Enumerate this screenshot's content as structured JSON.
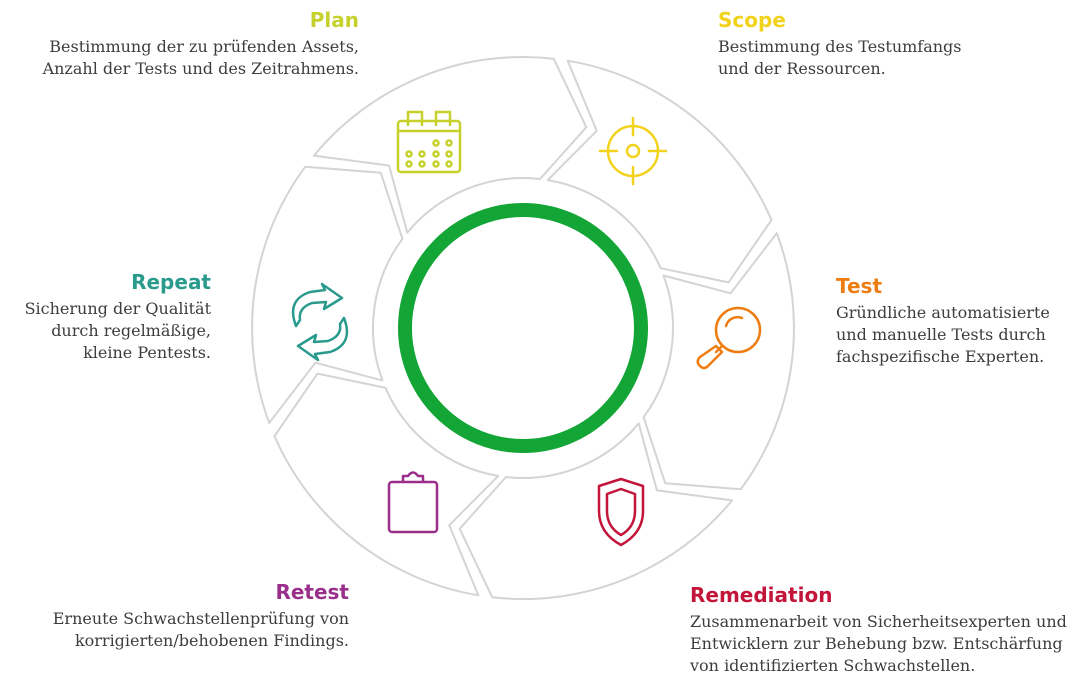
{
  "colors": {
    "plan": "#c7d12c",
    "scope": "#f2d21b",
    "test": "#ee7d11",
    "remediation": "#c3143a",
    "retest": "#9a2f8b",
    "repeat": "#2a9a8d",
    "center_ring": "#13a536",
    "segment_outline": "#d4d4d4"
  },
  "steps": {
    "plan": {
      "title": "Plan",
      "desc_line1": "Bestimmung der zu prüfenden Assets,",
      "desc_line2": "Anzahl der Tests und des Zeitrahmens.",
      "icon": "calendar-icon"
    },
    "scope": {
      "title": "Scope",
      "desc_line1": "Bestimmung des Testumfangs",
      "desc_line2": "und der Ressourcen.",
      "icon": "target-icon"
    },
    "test": {
      "title": "Test",
      "desc_line1": "Gründliche automatisierte",
      "desc_line2": "und manuelle Tests durch",
      "desc_line3": "fachspezifische Experten.",
      "icon": "magnifier-icon"
    },
    "remediation": {
      "title": "Remediation",
      "desc_line1": "Zusammenarbeit von Sicherheitsexperten und",
      "desc_line2": "Entwicklern zur Behebung bzw. Entschärfung",
      "desc_line3": "von identifizierten Schwachstellen.",
      "icon": "shield-icon"
    },
    "retest": {
      "title": "Retest",
      "desc_line1": "Erneute Schwachstellenprüfung von",
      "desc_line2": "korrigierten/behobenen Findings.",
      "icon": "clipboard-icon"
    },
    "repeat": {
      "title": "Repeat",
      "desc_line1": "Sicherung der Qualität",
      "desc_line2": "durch regelmäßige,",
      "desc_line3": "kleine Pentests.",
      "icon": "refresh-icon"
    }
  }
}
